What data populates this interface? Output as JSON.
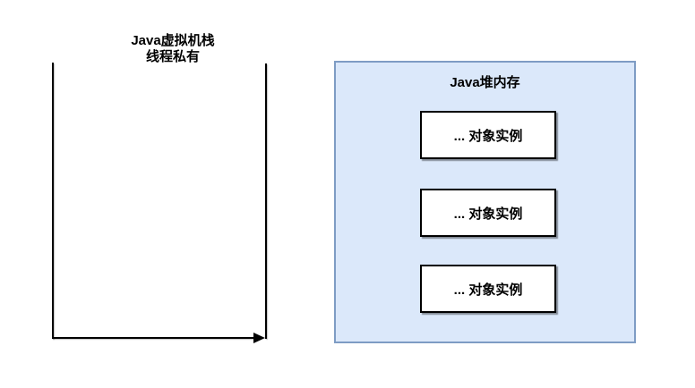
{
  "colors": {
    "heap_fill": "#dbe8fa",
    "heap_border": "#7e9cc4",
    "line": "#000000",
    "text": "#000000"
  },
  "stack": {
    "title_line1": "Java虚拟机栈",
    "title_line2": "线程私有"
  },
  "heap": {
    "title": "Java堆内存",
    "boxes": [
      {
        "label": "... 对象实例"
      },
      {
        "label": "... 对象实例"
      },
      {
        "label": "... 对象实例"
      }
    ]
  }
}
